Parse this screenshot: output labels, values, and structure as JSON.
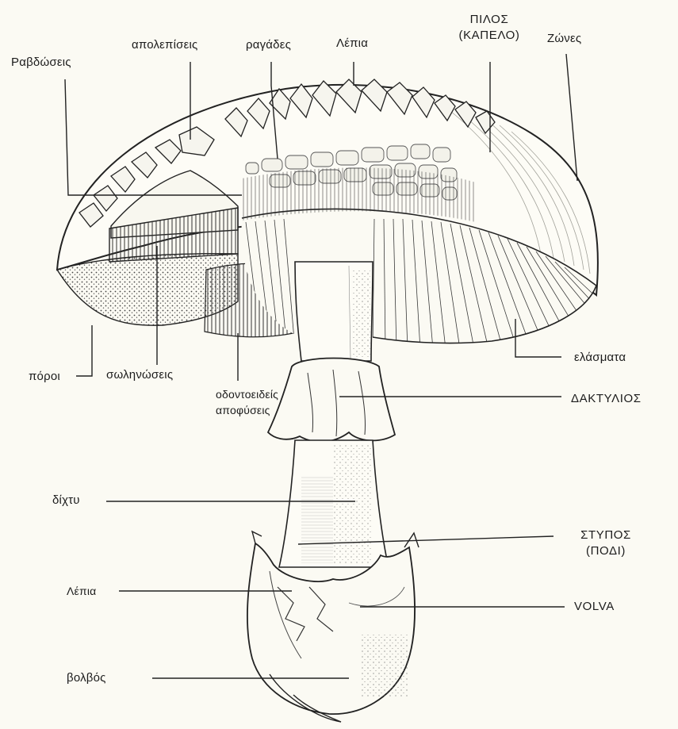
{
  "diagram": {
    "labels": {
      "striations": "Ραβδώσεις",
      "scales": "απολεπίσεις",
      "cracks": "ραγάδες",
      "warts_cap": "Λέπια",
      "pileus": "ΠΙΛΟΣ",
      "pileus_sub": "(ΚΑΠΕΛΟ)",
      "zones": "Ζώνες",
      "lamellae": "ελάσματα",
      "pores": "πόροι",
      "tubes": "σωληνώσεις",
      "teeth_1": "οδοντοειδείς",
      "teeth_2": "αποφύσεις",
      "annulus": "ΔΑΚΤΥΛΙΟΣ",
      "reticulum": "δίχτυ",
      "stipe": "ΣΤΥΠΟΣ",
      "stipe_sub": "(ΠΟΔΙ)",
      "warts_volva": "Λέπια",
      "volva": "VOLVA",
      "bulb": "βολβός"
    }
  }
}
